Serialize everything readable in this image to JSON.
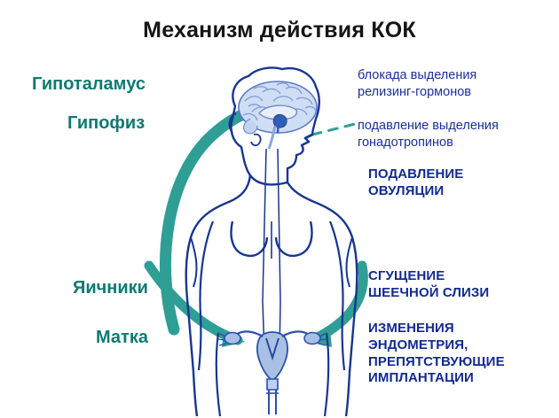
{
  "title": "Механизм действия КОК",
  "colors": {
    "title": "#151515",
    "teal": "#2f9e95",
    "teal_text": "#0d7a72",
    "navy_outline": "#17368f",
    "note_regular": "#1d2f9e",
    "note_bold": "#122a8f",
    "brain_fill": "#c9d8f2",
    "organ_fill": "#aec3e8",
    "background": "#ffffff"
  },
  "organ_labels": [
    {
      "id": "hypothalamus",
      "text": "Гипоталамус"
    },
    {
      "id": "hypophysis",
      "text": "Гипофиз"
    },
    {
      "id": "ovaries",
      "text": "Яичники"
    },
    {
      "id": "uterus",
      "text": "Матка"
    }
  ],
  "effects": {
    "releasing_hormones": {
      "line1": "блокада выделения",
      "line2": "релизинг-гормонов"
    },
    "gonadotropins": {
      "line1": "подавление выделения",
      "line2": "гонадотропинов"
    },
    "ovulation": {
      "line1": "ПОДАВЛЕНИЕ",
      "line2": "ОВУЛЯЦИИ"
    },
    "cervical_mucus": {
      "line1": "СГУЩЕНИЕ",
      "line2": "ШЕЕЧНОЙ СЛИЗИ"
    },
    "endometrium": {
      "line1": "ИЗМЕНЕНИЯ",
      "line2": "ЭНДОМЕТРИЯ,",
      "line3": "ПРЕПЯТСТВУЮЩИЕ",
      "line4": "ИМПЛАНТАЦИИ"
    }
  },
  "figure": {
    "description": "female-body-line-drawing",
    "parts": [
      "brain-sagittal-section",
      "head-profile",
      "torso-outline",
      "uterus-and-ovaries",
      "teal-arrow-to-brain",
      "teal-arc-left-upper",
      "teal-arc-left-lower",
      "teal-arc-right",
      "dashed-pointer-to-gonadotropins"
    ]
  }
}
